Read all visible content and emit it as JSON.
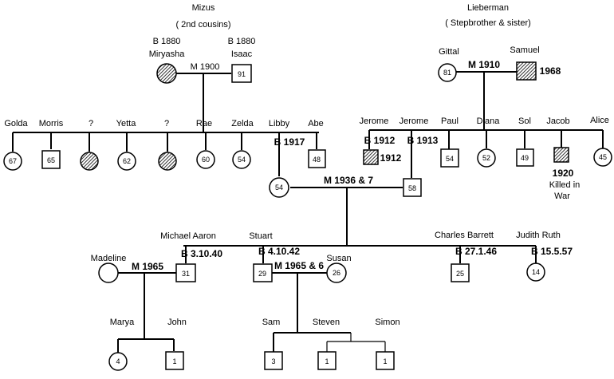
{
  "families": {
    "mizus": {
      "name": "Mizus",
      "relation": "( 2nd  cousins)"
    },
    "lieberman": {
      "name": "Lieberman",
      "relation": "( Stepbrother  &  sister)"
    }
  },
  "people": {
    "miryasha": {
      "name": "Miryasha",
      "birth": "B 1880",
      "shape": "circle",
      "deceased": true,
      "age": ""
    },
    "isaac": {
      "name": "Isaac",
      "birth": "B 1880",
      "shape": "square",
      "deceased": false,
      "age": "91"
    },
    "gittal": {
      "name": "Gittal",
      "shape": "circle",
      "deceased": false,
      "age": "81"
    },
    "samuel": {
      "name": "Samuel",
      "shape": "square",
      "deceased": true,
      "age": "",
      "death": "1968"
    },
    "golda": {
      "name": "Golda",
      "shape": "circle",
      "deceased": false,
      "age": "67"
    },
    "morris": {
      "name": "Morris",
      "shape": "square",
      "deceased": false,
      "age": "65"
    },
    "unknown1": {
      "name": "?",
      "shape": "circle",
      "deceased": true,
      "age": ""
    },
    "yetta": {
      "name": "Yetta",
      "shape": "circle",
      "deceased": false,
      "age": "62"
    },
    "unknown2": {
      "name": "?",
      "shape": "circle",
      "deceased": true,
      "age": ""
    },
    "rae": {
      "name": "Rae",
      "shape": "circle",
      "deceased": false,
      "age": "60"
    },
    "zelda": {
      "name": "Zelda",
      "shape": "circle",
      "deceased": false,
      "age": "54"
    },
    "libby": {
      "name": "Libby",
      "birth": "B 1917",
      "shape": "circle",
      "deceased": false,
      "age": "54"
    },
    "abe": {
      "name": "Abe",
      "shape": "square",
      "deceased": false,
      "age": "48"
    },
    "jerome1": {
      "name": "Jerome",
      "birth": "B 1912",
      "shape": "square",
      "deceased": true,
      "age": "",
      "death": "1912"
    },
    "jerome2": {
      "name": "Jerome",
      "birth": "B 1913",
      "shape": "square",
      "deceased": false,
      "age": "58"
    },
    "paul": {
      "name": "Paul",
      "shape": "square",
      "deceased": false,
      "age": "54"
    },
    "diana": {
      "name": "Diana",
      "shape": "circle",
      "deceased": false,
      "age": "52"
    },
    "sol": {
      "name": "Sol",
      "shape": "square",
      "deceased": false,
      "age": "49"
    },
    "jacob": {
      "name": "Jacob",
      "shape": "square",
      "deceased": true,
      "age": "",
      "death": "1920",
      "note1": "Killed  in",
      "note2": "War"
    },
    "alice": {
      "name": "Alice",
      "shape": "circle",
      "deceased": false,
      "age": "45"
    },
    "madeline": {
      "name": "Madeline",
      "shape": "circle",
      "deceased": false,
      "age": ""
    },
    "michael": {
      "name": "Michael  Aaron",
      "birth": "B 3.10.40",
      "shape": "square",
      "deceased": false,
      "age": "31"
    },
    "stuart": {
      "name": "Stuart",
      "birth": "B 4.10.42",
      "shape": "square",
      "deceased": false,
      "age": "29"
    },
    "susan": {
      "name": "Susan",
      "shape": "circle",
      "deceased": false,
      "age": "26"
    },
    "charles": {
      "name": "Charles  Barrett",
      "birth": "B 27.1.46",
      "shape": "square",
      "deceased": false,
      "age": "25"
    },
    "judith": {
      "name": "Judith  Ruth",
      "birth": "B 15.5.57",
      "shape": "circle",
      "deceased": false,
      "age": "14"
    },
    "marya": {
      "name": "Marya",
      "shape": "circle",
      "deceased": false,
      "age": "4"
    },
    "john": {
      "name": "John",
      "shape": "square",
      "deceased": false,
      "age": "1"
    },
    "sam": {
      "name": "Sam",
      "shape": "square",
      "deceased": false,
      "age": "3"
    },
    "steven": {
      "name": "Steven",
      "shape": "square",
      "deceased": false,
      "age": "1"
    },
    "simon": {
      "name": "Simon",
      "shape": "square",
      "deceased": false,
      "age": "1"
    }
  },
  "marriages": {
    "mizus": "M 1900",
    "lieberman": "M 1910",
    "libby_jerome": "M 1936  &  7",
    "michael_madeline": "M 1965",
    "stuart_susan": "M 1965  &  6"
  }
}
